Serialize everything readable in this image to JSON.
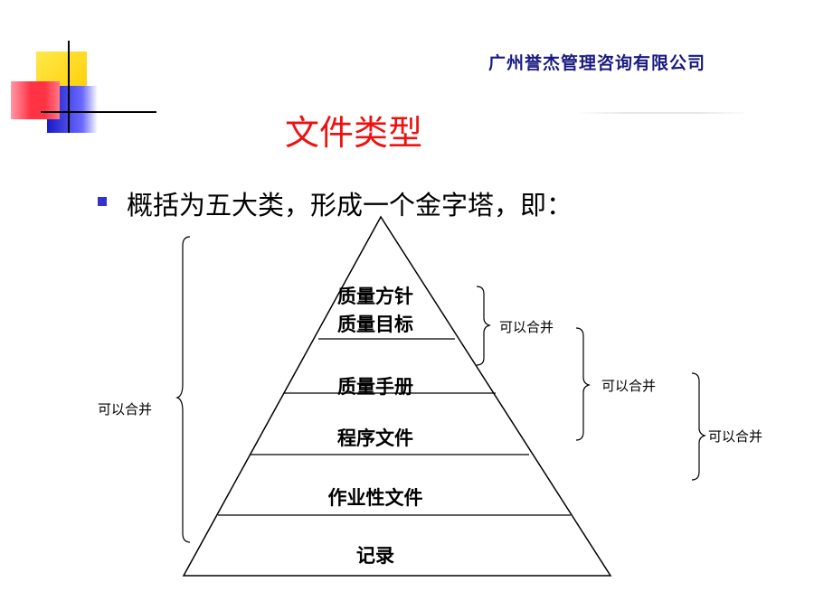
{
  "header": {
    "company": "广州誉杰管理咨询有限公司"
  },
  "slide": {
    "title": "文件类型",
    "bullet": "概括为五大类，形成一个金字塔，即："
  },
  "pyramid": {
    "levels": [
      {
        "line1": "质量方针",
        "line2": "质量目标"
      },
      {
        "label": "质量手册"
      },
      {
        "label": "程序文件"
      },
      {
        "label": "作业性文件"
      },
      {
        "label": "记录"
      }
    ]
  },
  "brackets": {
    "left": "可以合并",
    "right1": "可以合并",
    "right2": "可以合并",
    "right3": "可以合并"
  },
  "colors": {
    "title": "#ee1111",
    "company": "#1a1a80",
    "bullet": "#3333cc",
    "deco_yellow": "#ffd700",
    "deco_red": "#ff3344",
    "deco_blue": "#2a2ad0"
  }
}
